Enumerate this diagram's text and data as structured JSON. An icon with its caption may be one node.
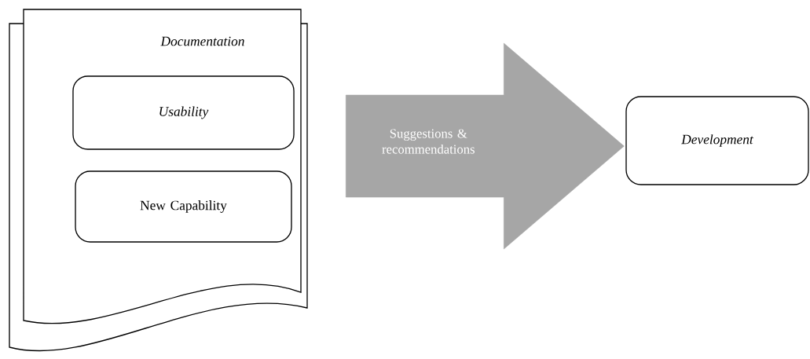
{
  "diagram": {
    "nodes": [
      {
        "text": [
          "Documentation"
        ]
      },
      {
        "text": [
          "Usability"
        ],
        "in": 0
      },
      {
        "text": [
          "New Capability"
        ],
        "in": 0
      },
      {
        "text": [
          "Development"
        ]
      }
    ],
    "edges": [
      {
        "from": 0,
        "to": 3,
        "arrow": "to",
        "label": "Suggestions & recommendations",
        "style": "thick",
        "color": "#a6a6a6"
      }
    ]
  }
}
